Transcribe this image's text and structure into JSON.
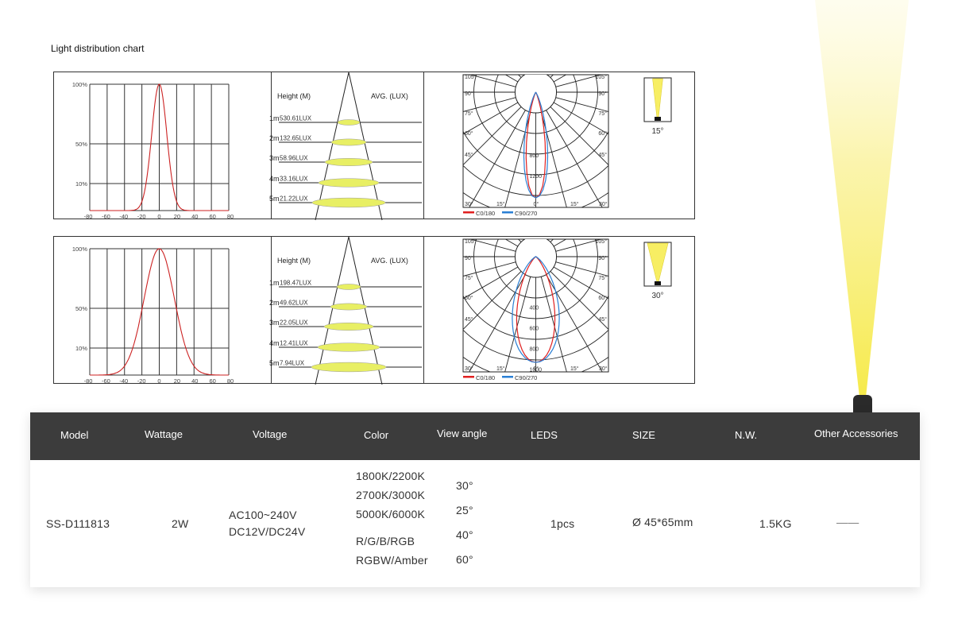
{
  "page": {
    "title": "Light distribution chart"
  },
  "charts": [
    {
      "beam_label": "15°",
      "beam_angle": 15,
      "curve": {
        "y_ticks": [
          "100%",
          "50%",
          "10%"
        ],
        "x_ticks": [
          "-80",
          "-60",
          "-40",
          "-20",
          "0",
          "20",
          "40",
          "60",
          "80"
        ]
      },
      "illuminance": {
        "height_header": "Height (M)",
        "avg_header": "AVG. (LUX)",
        "rows": [
          {
            "height": "1m",
            "lux": "530.61LUX"
          },
          {
            "height": "2m",
            "lux": "132.65LUX"
          },
          {
            "height": "3m",
            "lux": "58.96LUX"
          },
          {
            "height": "4m",
            "lux": "33.16LUX"
          },
          {
            "height": "5m",
            "lux": "21.22LUX"
          }
        ]
      },
      "polar": {
        "angle_labels_left": [
          "105°",
          "90°",
          "75°",
          "60°",
          "45°"
        ],
        "angle_labels_right": [
          "105°",
          "90°",
          "75°",
          "60°",
          "45°"
        ],
        "bottom_labels": [
          "30°",
          "15°",
          "0°",
          "15°",
          "30°"
        ],
        "radial_labels": [
          "800",
          "1200"
        ],
        "legend": [
          "C0/180",
          "C90/270"
        ]
      }
    },
    {
      "beam_label": "30°",
      "beam_angle": 30,
      "curve": {
        "y_ticks": [
          "100%",
          "50%",
          "10%"
        ],
        "x_ticks": [
          "-80",
          "-60",
          "-40",
          "-20",
          "0",
          "20",
          "40",
          "60",
          "80"
        ]
      },
      "illuminance": {
        "height_header": "Height (M)",
        "avg_header": "AVG. (LUX)",
        "rows": [
          {
            "height": "1m",
            "lux": "198.47LUX"
          },
          {
            "height": "2m",
            "lux": "49.62LUX"
          },
          {
            "height": "3m",
            "lux": "22.05LUX"
          },
          {
            "height": "4m",
            "lux": "12.41LUX"
          },
          {
            "height": "5m",
            "lux": "7.94LUX"
          }
        ]
      },
      "polar": {
        "angle_labels_left": [
          "105°",
          "90°",
          "75°",
          "60°",
          "45°"
        ],
        "angle_labels_right": [
          "105°",
          "90°",
          "75°",
          "60°",
          "45°"
        ],
        "bottom_labels": [
          "30°",
          "15°",
          "0°",
          "15°",
          "30°"
        ],
        "radial_labels": [
          "400",
          "600",
          "800",
          "1000"
        ],
        "legend": [
          "C0/180",
          "C90/270"
        ]
      }
    }
  ],
  "spec_table": {
    "headers": {
      "model": "Model",
      "wattage": "Wattage",
      "voltage": "Voltage",
      "color": "Color",
      "view_angle": "View angle",
      "leds": "LEDS",
      "size": "SIZE",
      "nw": "N.W.",
      "accessories": "Other Accessories"
    },
    "row": {
      "model": "SS-D111813",
      "wattage": "2W",
      "voltage": [
        "AC100~240V",
        "DC12V/DC24V"
      ],
      "color": [
        "1800K/2200K",
        "2700K/3000K",
        "5000K/6000K",
        "R/G/B/RGB",
        "RGBW/Amber"
      ],
      "view_angle": [
        "30°",
        "25°",
        "40°",
        "60°"
      ],
      "leds": "1pcs",
      "size": "Ø 45*65mm",
      "nw": "1.5KG",
      "accessories": "——"
    }
  },
  "colors": {
    "header_bg": "#3c3c3c",
    "curve_red": "#cc2222",
    "c0_red": "#e02020",
    "c90_blue": "#2a7fd4",
    "beam_yellow": "#f7ee63",
    "ellipse_yellow": "#e8ef64"
  }
}
